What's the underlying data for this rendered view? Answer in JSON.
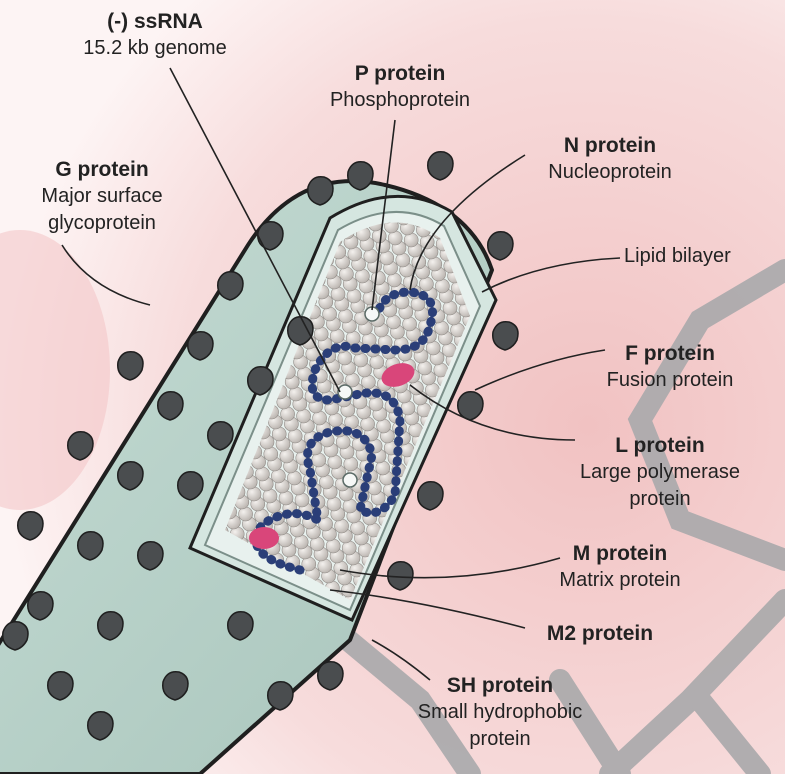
{
  "colors": {
    "background_pink": "#f4cccc",
    "virion_body": "#b7d0c8",
    "virion_outline": "#1f1f1f",
    "lipid_membrane": "#dbe9e4",
    "glycoprotein": "#4a4d4f",
    "nucleocapsid_bead": "#cfcac6",
    "rna_strand": "#2b3f78",
    "polymerase": "#d9467a",
    "background_structures": "#a9a9ab"
  },
  "labels": {
    "ssrna": {
      "title": "(-) ssRNA",
      "subtitle": "15.2 kb genome"
    },
    "p_protein": {
      "title": "P protein",
      "subtitle": "Phosphoprotein"
    },
    "n_protein": {
      "title": "N protein",
      "subtitle": "Nucleoprotein"
    },
    "g_protein": {
      "title": "G protein",
      "subtitle_line1": "Major surface",
      "subtitle_line2": "glycoprotein"
    },
    "lipid": {
      "subtitle": "Lipid bilayer"
    },
    "f_protein": {
      "title": "F protein",
      "subtitle": "Fusion protein"
    },
    "l_protein": {
      "title": "L protein",
      "subtitle_line1": "Large polymerase",
      "subtitle_line2": "protein"
    },
    "m_protein": {
      "title": "M protein",
      "subtitle": "Matrix protein"
    },
    "m2_protein": {
      "title": "M2 protein"
    },
    "sh_protein": {
      "title": "SH protein",
      "subtitle_line1": "Small hydrophobic",
      "subtitle_line2": "protein"
    }
  }
}
